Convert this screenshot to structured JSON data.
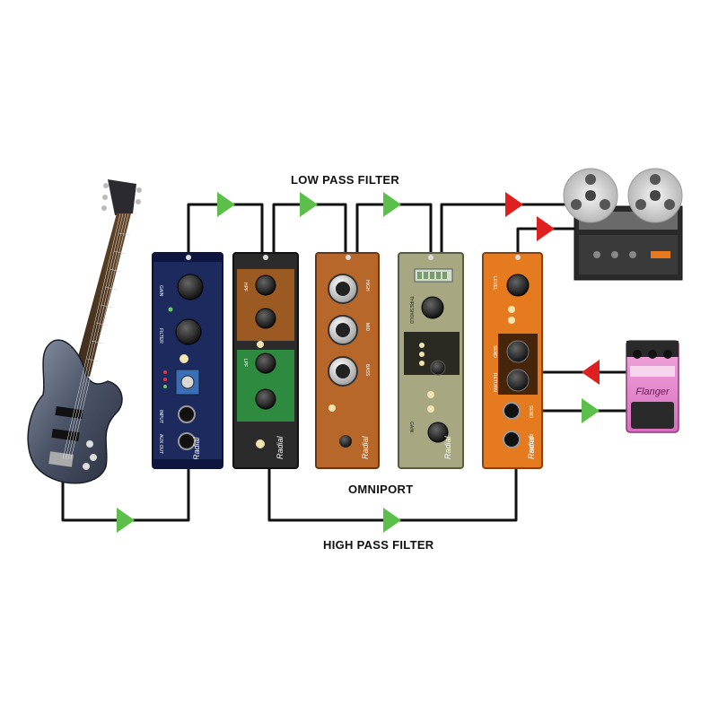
{
  "labels": {
    "low_pass": "LOW PASS FILTER",
    "omniport": "OMNIPORT",
    "high_pass": "HIGH PASS FILTER"
  },
  "modules": [
    {
      "name": "di-preamp",
      "color": "#1c2a5e",
      "brand": "Radial",
      "knob_labels": [
        "GAIN",
        "FILTER"
      ],
      "jack_labels": [
        "INPUT",
        "AUX OUT"
      ]
    },
    {
      "name": "eq-filter",
      "color": "#2b2b2b",
      "brand": "Radial",
      "knob_labels": [
        "HPF",
        "LPF"
      ],
      "jack_labels": []
    },
    {
      "name": "three-band-eq",
      "color": "#b8672a",
      "brand": "Radial",
      "knob_labels": [
        "HIGH",
        "MID",
        "BASS"
      ],
      "jack_labels": []
    },
    {
      "name": "compressor",
      "color": "#a7a881",
      "brand": "Radial",
      "knob_labels": [
        "THRESHOLD",
        "GAIN"
      ],
      "jack_labels": []
    },
    {
      "name": "effects-loop",
      "color": "#e57a1f",
      "brand": "Radial",
      "knob_labels": [
        "LEVEL",
        "SEND",
        "RETURN"
      ],
      "jack_labels": [
        "SEND",
        "RETURN"
      ]
    }
  ],
  "pedal": {
    "label": "Flanger"
  },
  "colors": {
    "arrow_green": "#5cbf4a",
    "arrow_red": "#e02020",
    "cable": "#111111"
  }
}
